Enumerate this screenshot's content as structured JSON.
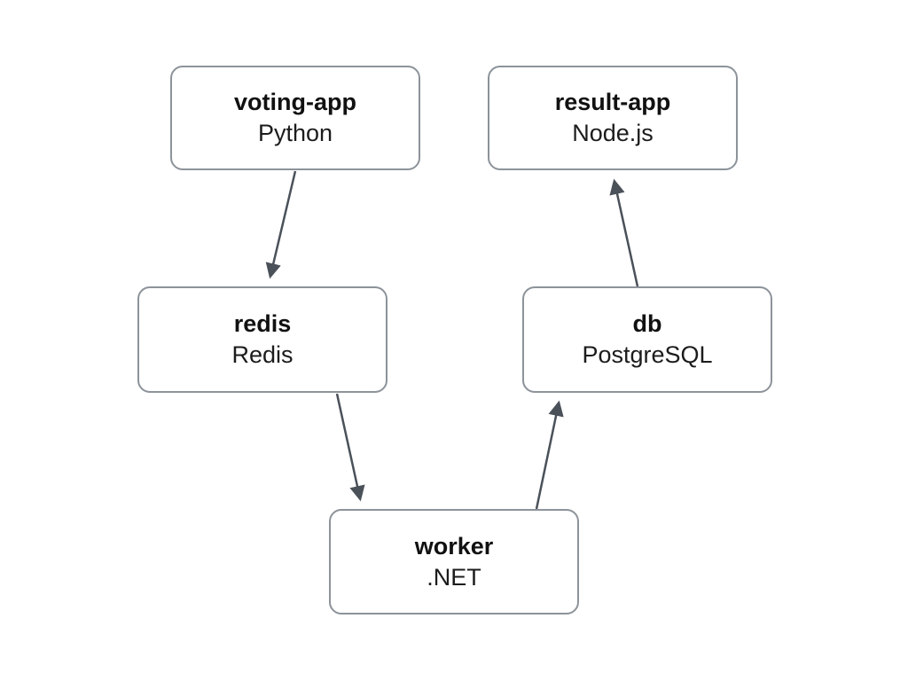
{
  "diagram": {
    "description": "Voting application architecture diagram",
    "nodes": {
      "voting_app": {
        "title": "voting-app",
        "subtitle": "Python"
      },
      "result_app": {
        "title": "result-app",
        "subtitle": "Node.js"
      },
      "redis": {
        "title": "redis",
        "subtitle": "Redis"
      },
      "db": {
        "title": "db",
        "subtitle": "PostgreSQL"
      },
      "worker": {
        "title": "worker",
        "subtitle": ".NET"
      }
    },
    "edges": [
      {
        "from": "voting-app",
        "to": "redis"
      },
      {
        "from": "redis",
        "to": "worker"
      },
      {
        "from": "worker",
        "to": "db"
      },
      {
        "from": "db",
        "to": "result-app"
      }
    ],
    "colors": {
      "background": "#ffffff",
      "node_fill": "#ffffff",
      "node_border": "#8d939a",
      "arrow": "#4a5159",
      "title_text": "#111111",
      "subtitle_text": "#1c1c1c"
    }
  }
}
